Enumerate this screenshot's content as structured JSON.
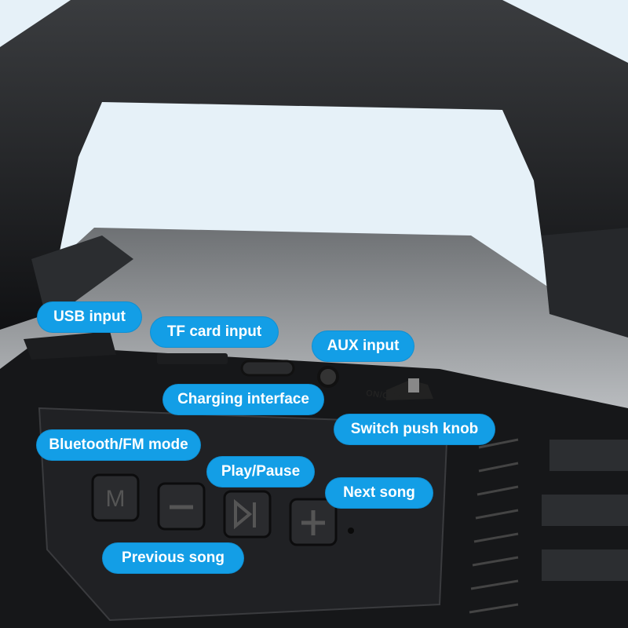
{
  "callouts": {
    "usb_input": "USB input",
    "tf_card_input": "TF card input",
    "aux_input": "AUX input",
    "charging_interface": "Charging interface",
    "switch_push_knob": "Switch push knob",
    "bluetooth_fm_mode": "Bluetooth/FM mode",
    "play_pause": "Play/Pause",
    "next_song": "Next song",
    "previous_song": "Previous song"
  },
  "labels": {
    "on_off": "ON/OFF",
    "mode_key": "M"
  },
  "colors": {
    "callout": "#139ee6",
    "body": "#1b1c1e",
    "top_surface": "#8e9194",
    "sky": "#e6f1f8"
  }
}
